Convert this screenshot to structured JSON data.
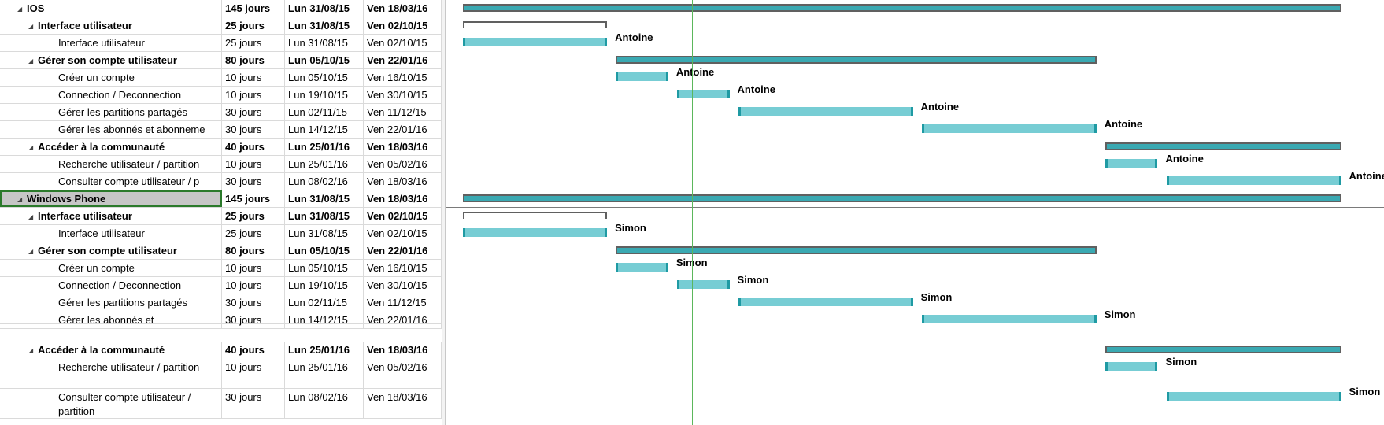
{
  "colors": {
    "task_bar_fill": "#77cdd4",
    "task_bar_edge": "#1f9aa3",
    "summary_fill": "#3aa9b2",
    "summary_border": "#606060",
    "today_line": "#5bb75b",
    "selected_row": "#c6c6c6"
  },
  "rows": [
    {
      "name": "IOS",
      "duration": "145 jours",
      "start": "Lun 31/08/15",
      "end": "Ven 18/03/16",
      "level": 0,
      "summary": true,
      "resource": ""
    },
    {
      "name": "Interface utilisateur",
      "duration": "25 jours",
      "start": "Lun 31/08/15",
      "end": "Ven 02/10/15",
      "level": 1,
      "summary": true,
      "resource": ""
    },
    {
      "name": "Interface utilisateur",
      "duration": "25 jours",
      "start": "Lun 31/08/15",
      "end": "Ven 02/10/15",
      "level": 2,
      "summary": false,
      "resource": "Antoine"
    },
    {
      "name": "Gérer son compte utilisateur",
      "duration": "80 jours",
      "start": "Lun 05/10/15",
      "end": "Ven 22/01/16",
      "level": 1,
      "summary": true,
      "resource": ""
    },
    {
      "name": "Créer un compte",
      "duration": "10 jours",
      "start": "Lun 05/10/15",
      "end": "Ven 16/10/15",
      "level": 2,
      "summary": false,
      "resource": "Antoine"
    },
    {
      "name": "Connection / Deconnection",
      "duration": "10 jours",
      "start": "Lun 19/10/15",
      "end": "Ven 30/10/15",
      "level": 2,
      "summary": false,
      "resource": "Antoine"
    },
    {
      "name": "Gérer les partitions partagés",
      "duration": "30 jours",
      "start": "Lun 02/11/15",
      "end": "Ven 11/12/15",
      "level": 2,
      "summary": false,
      "resource": "Antoine"
    },
    {
      "name": "Gérer les abonnés et abonneme",
      "duration": "30 jours",
      "start": "Lun 14/12/15",
      "end": "Ven 22/01/16",
      "level": 2,
      "summary": false,
      "resource": "Antoine"
    },
    {
      "name": "Accéder à la communauté",
      "duration": "40 jours",
      "start": "Lun 25/01/16",
      "end": "Ven 18/03/16",
      "level": 1,
      "summary": true,
      "resource": ""
    },
    {
      "name": "Recherche utilisateur / partition",
      "duration": "10 jours",
      "start": "Lun 25/01/16",
      "end": "Ven 05/02/16",
      "level": 2,
      "summary": false,
      "resource": "Antoine"
    },
    {
      "name": "Consulter compte utilisateur / p",
      "duration": "30 jours",
      "start": "Lun 08/02/16",
      "end": "Ven 18/03/16",
      "level": 2,
      "summary": false,
      "resource": "Antoine"
    },
    {
      "name": "Windows Phone",
      "duration": "145 jours",
      "start": "Lun 31/08/15",
      "end": "Ven 18/03/16",
      "level": 0,
      "summary": true,
      "resource": "",
      "selected": true
    },
    {
      "name": "Interface utilisateur",
      "duration": "25 jours",
      "start": "Lun 31/08/15",
      "end": "Ven 02/10/15",
      "level": 1,
      "summary": true,
      "resource": ""
    },
    {
      "name": "Interface utilisateur",
      "duration": "25 jours",
      "start": "Lun 31/08/15",
      "end": "Ven 02/10/15",
      "level": 2,
      "summary": false,
      "resource": "Simon"
    },
    {
      "name": "Gérer son compte utilisateur",
      "duration": "80 jours",
      "start": "Lun 05/10/15",
      "end": "Ven 22/01/16",
      "level": 1,
      "summary": true,
      "resource": ""
    },
    {
      "name": "Créer un compte",
      "duration": "10 jours",
      "start": "Lun 05/10/15",
      "end": "Ven 16/10/15",
      "level": 2,
      "summary": false,
      "resource": "Simon"
    },
    {
      "name": "Connection / Deconnection",
      "duration": "10 jours",
      "start": "Lun 19/10/15",
      "end": "Ven 30/10/15",
      "level": 2,
      "summary": false,
      "resource": "Simon"
    },
    {
      "name": "Gérer les partitions partagés",
      "duration": "30 jours",
      "start": "Lun 02/11/15",
      "end": "Ven 11/12/15",
      "level": 2,
      "summary": false,
      "resource": "Simon"
    },
    {
      "name": "Gérer les abonnés et abonnements",
      "duration": "30 jours",
      "start": "Lun 14/12/15",
      "end": "Ven 22/01/16",
      "level": 2,
      "summary": false,
      "resource": "Simon"
    },
    {
      "name": "Accéder à la communauté",
      "duration": "40 jours",
      "start": "Lun 25/01/16",
      "end": "Ven 18/03/16",
      "level": 1,
      "summary": true,
      "resource": ""
    },
    {
      "name": "Recherche utilisateur / partition",
      "duration": "10 jours",
      "start": "Lun 25/01/16",
      "end": "Ven 05/02/16",
      "level": 2,
      "summary": false,
      "resource": "Simon"
    },
    {
      "name": "Consulter compte utilisateur / partition",
      "duration": "30 jours",
      "start": "Lun 08/02/16",
      "end": "Ven 18/03/16",
      "level": 2,
      "summary": false,
      "resource": "Simon"
    }
  ]
}
